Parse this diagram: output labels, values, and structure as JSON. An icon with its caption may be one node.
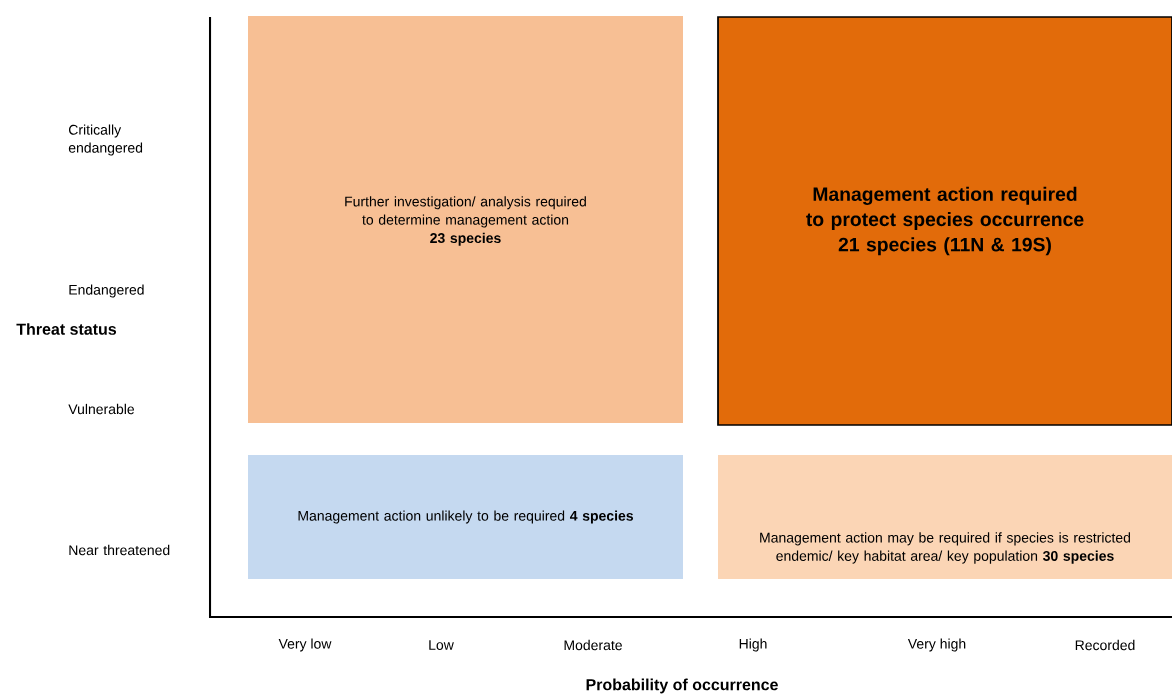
{
  "diagram": {
    "nodes": [
      {
        "text": [
          "Further investigation/ analysis required to determine management action",
          "23 species"
        ]
      },
      {
        "text": [
          "Management action required to protect species occurrence",
          "21 species (11N & 19S)"
        ]
      },
      {
        "text": [
          "Management action unlikely to be required **4 species**"
        ]
      },
      {
        "text": [
          "Management action may be required if species is restricted endemic/ key habitat area/ key population **30 species**"
        ]
      }
    ],
    "labels": [
      "Critically endangered",
      "Endangered",
      "Threat status",
      "Vulnerable",
      "Near threatened",
      "Very low",
      "Low",
      "Moderate",
      "High",
      "Very high",
      "Recorded",
      "Probability of occurrence"
    ]
  }
}
